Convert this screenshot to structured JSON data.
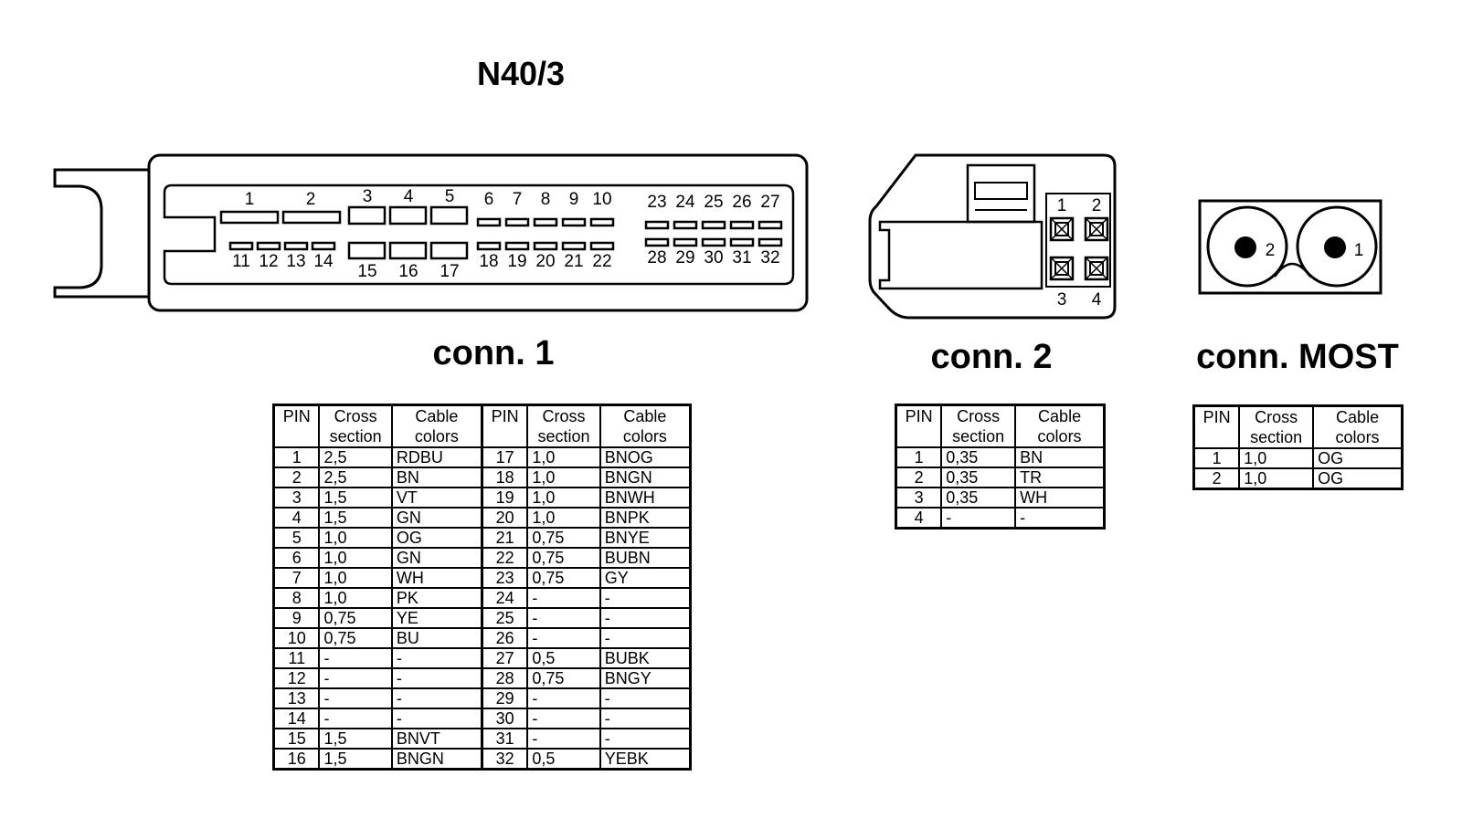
{
  "title": "N40/3",
  "conn1": {
    "label": "conn. 1",
    "top_pins": [
      "1",
      "2",
      "3",
      "4",
      "5",
      "6",
      "7",
      "8",
      "9",
      "10"
    ],
    "top_pins_right": [
      "23",
      "24",
      "25",
      "26",
      "27"
    ],
    "bottom_pins": [
      "11",
      "12",
      "13",
      "14",
      "15",
      "16",
      "17",
      "18",
      "19",
      "20",
      "21",
      "22"
    ],
    "bottom_pins_right": [
      "28",
      "29",
      "30",
      "31",
      "32"
    ],
    "headers": [
      "PIN",
      "Cross section",
      "Cable colors",
      "PIN",
      "Cross section",
      "Cable colors"
    ],
    "rows": [
      [
        "1",
        "2,5",
        "RDBU",
        "17",
        "1,0",
        "BNOG"
      ],
      [
        "2",
        "2,5",
        "BN",
        "18",
        "1,0",
        "BNGN"
      ],
      [
        "3",
        "1,5",
        "VT",
        "19",
        "1,0",
        "BNWH"
      ],
      [
        "4",
        "1,5",
        "GN",
        "20",
        "1,0",
        "BNPK"
      ],
      [
        "5",
        "1,0",
        "OG",
        "21",
        "0,75",
        "BNYE"
      ],
      [
        "6",
        "1,0",
        "GN",
        "22",
        "0,75",
        "BUBN"
      ],
      [
        "7",
        "1,0",
        "WH",
        "23",
        "0,75",
        "GY"
      ],
      [
        "8",
        "1,0",
        "PK",
        "24",
        "-",
        "-"
      ],
      [
        "9",
        "0,75",
        "YE",
        "25",
        "-",
        "-"
      ],
      [
        "10",
        "0,75",
        "BU",
        "26",
        "-",
        "-"
      ],
      [
        "11",
        "-",
        "-",
        "27",
        "0,5",
        "BUBK"
      ],
      [
        "12",
        "-",
        "-",
        "28",
        "0,75",
        "BNGY"
      ],
      [
        "13",
        "-",
        "-",
        "29",
        "-",
        "-"
      ],
      [
        "14",
        "-",
        "-",
        "30",
        "-",
        "-"
      ],
      [
        "15",
        "1,5",
        "BNVT",
        "31",
        "-",
        "-"
      ],
      [
        "16",
        "1,5",
        "BNGN",
        "32",
        "0,5",
        "YEBK"
      ]
    ]
  },
  "conn2": {
    "label": "conn. 2",
    "pin_labels": [
      "1",
      "2",
      "3",
      "4"
    ],
    "headers": [
      "PIN",
      "Cross section",
      "Cable colors"
    ],
    "rows": [
      [
        "1",
        "0,35",
        "BN"
      ],
      [
        "2",
        "0,35",
        "TR"
      ],
      [
        "3",
        "0,35",
        "WH"
      ],
      [
        "4",
        "-",
        "-"
      ]
    ]
  },
  "most": {
    "label": "conn. MOST",
    "pin_labels": [
      "2",
      "1"
    ],
    "headers": [
      "PIN",
      "Cross section",
      "Cable colors"
    ],
    "rows": [
      [
        "1",
        "1,0",
        "OG"
      ],
      [
        "2",
        "1,0",
        "OG"
      ]
    ]
  }
}
